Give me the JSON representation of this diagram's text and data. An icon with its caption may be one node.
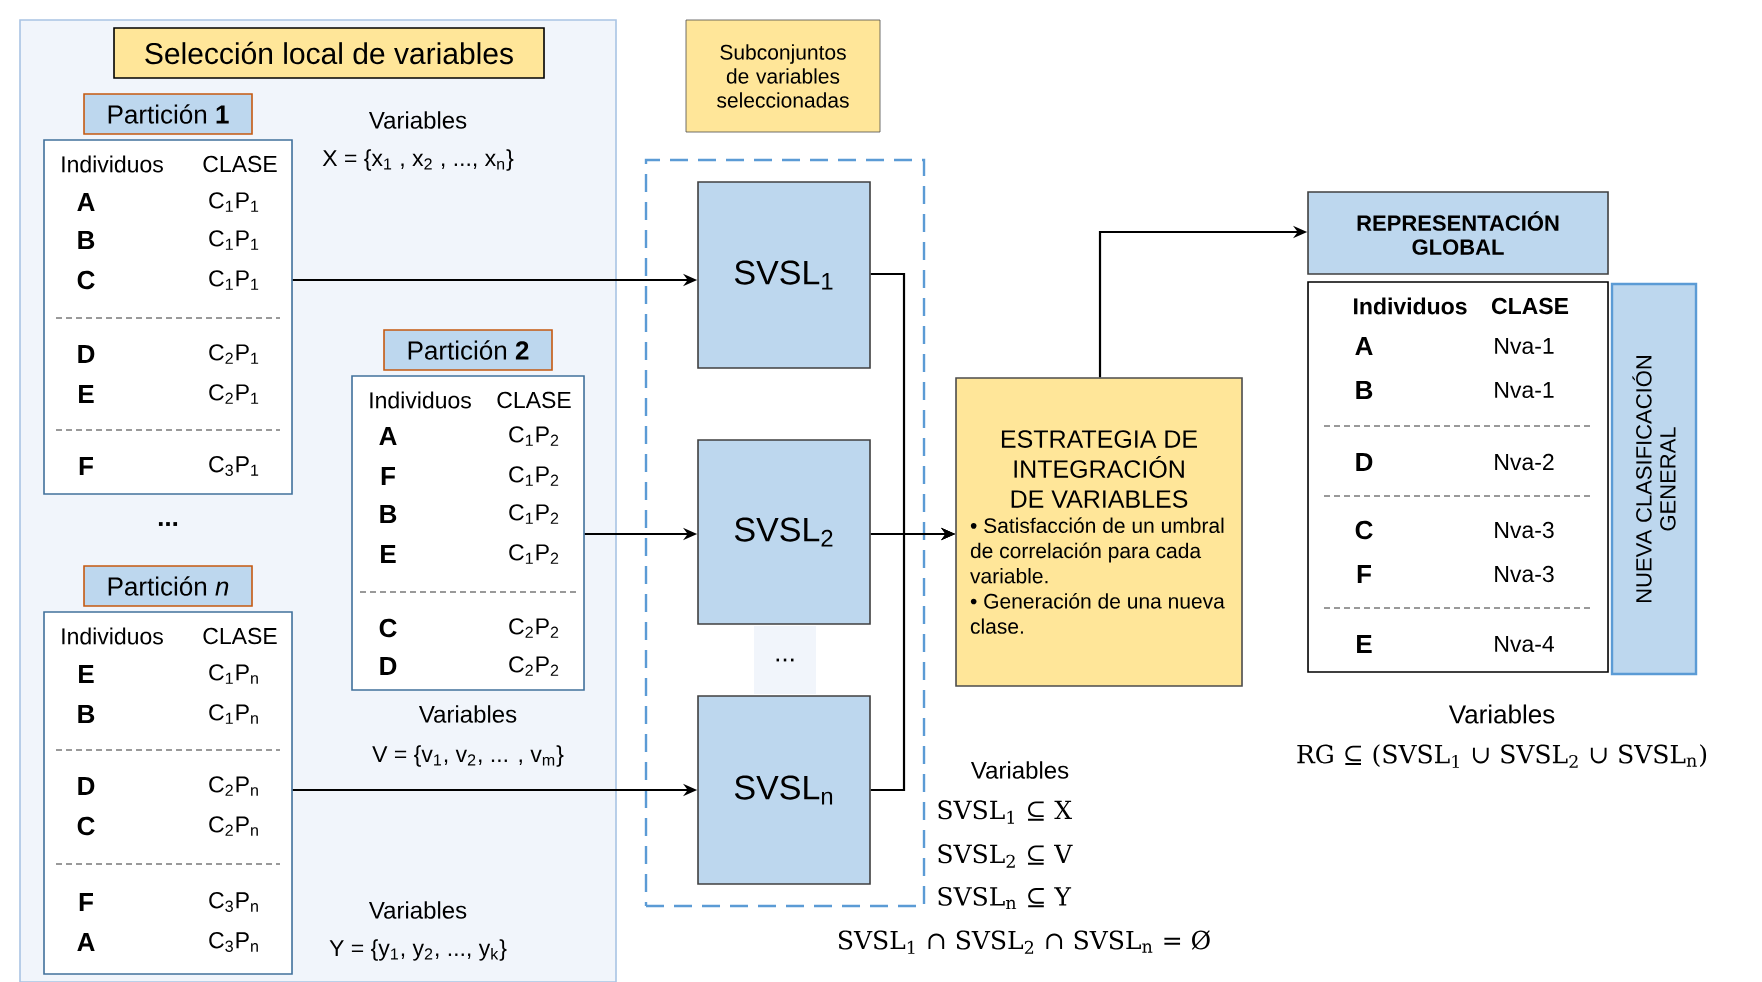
{
  "diagram": {
    "nodes": [
      {
        "text": [
          "Selección local de variables"
        ]
      },
      {
        "text": [
          "Partición **1**"
        ],
        "in": 0
      },
      {
        "text": [
          "Individuos",
          "CLASE",
          "**A**",
          "C$_{1}$P$_{1}$",
          "**B**",
          "C$_{1}$P$_{1}$",
          "**C**",
          "C$_{1}$P$_{1}$",
          "**D**",
          "C$_{2}$P$_{1}$",
          "**E**",
          "C$_{2}$P$_{1}$",
          "**F**",
          "C$_{3}$P$_{1}$"
        ],
        "in": 0
      },
      {
        "text": [
          "Partición **2**"
        ],
        "in": 0
      },
      {
        "text": [
          "Individuos",
          "CLASE",
          "**A**",
          "C$_{1}$P$_{2}$",
          "**F**",
          "C$_{1}$P$_{2}$",
          "**B**",
          "C$_{1}$P$_{2}$",
          "**E**",
          "C$_{1}$P$_{2}$",
          "**C**",
          "C$_{2}$P$_{2}$",
          "**D**",
          "C$_{2}$P$_{2}$"
        ],
        "in": 0
      },
      {
        "text": [
          "Partición *n*"
        ],
        "in": 0
      },
      {
        "text": [
          "Individuos",
          "CLASE",
          "**E**",
          "C$_{1}$P$_{n}$",
          "**B**",
          "C$_{1}$P$_{n}$",
          "**D**",
          "C$_{2}$P$_{n}$",
          "**C**",
          "C$_{2}$P$_{n}$",
          "**F**",
          "C$_{3}$P$_{n}$",
          "**A**",
          "C$_{3}$P$_{n}$"
        ],
        "in": 0
      },
      {
        "text": [
          "Subconjuntos de variables seleccionadas"
        ]
      },
      {
        "text": [],
        "shape": "box"
      },
      {
        "text": [
          "SVSL$_{1}$"
        ],
        "in": 8
      },
      {
        "text": [
          "SVSL$_{2}$"
        ],
        "in": 8
      },
      {
        "text": [
          "..."
        ],
        "in": 8
      },
      {
        "text": [
          "SVSL$_{n}$"
        ],
        "in": 8
      },
      {
        "text": [
          "ESTRATEGIA DE INTEGRACIÓN DE VARIABLES",
          "• Satisfacción de un umbral de correlación para cada variable.",
          "• Generación de una nueva clase."
        ]
      },
      {
        "text": [
          "REPRESENTACIÓN GLOBAL"
        ]
      },
      {
        "text": [
          "Individuos",
          "CLASE",
          "A",
          "Nva-1",
          "B",
          "Nva-1",
          "D",
          "Nva-2",
          "C",
          "Nva-3",
          "F",
          "Nva-3",
          "E",
          "Nva-4"
        ]
      },
      {
        "text": [
          "NUEVA CLASIFICACIÓN GENERAL"
        ]
      }
    ],
    "edges": [
      {
        "from": 2,
        "to": 9,
        "arrow": "to"
      },
      {
        "from": 4,
        "to": 10,
        "arrow": "to"
      },
      {
        "from": 6,
        "to": 12,
        "arrow": "to"
      },
      {
        "from": 9,
        "to": 13,
        "arrow": "to"
      },
      {
        "from": 10,
        "to": 13,
        "arrow": "to"
      },
      {
        "from": 12,
        "to": 13,
        "arrow": "to"
      },
      {
        "from": 13,
        "to": 14,
        "arrow": "to"
      }
    ],
    "labels": [
      "Variables",
      "X = {x$_{1}$ , x$_{2}$ , ..., x$_{n}$}",
      "...",
      "Variables",
      "V = {v$_{1}$, v$_{2}$, ... , v$_{m}$}",
      "Variables",
      "Y = {y$_{1}$, y$_{2}$, ..., y$_{k}$}",
      "Variables",
      "SVSL$_{1}$ ⊆ X",
      "SVSL$_{2}$ ⊆ V",
      "SVSL$_{n}$ ⊆ Y",
      "SVSL$_{1}$ ∩ SVSL$_{2}$ ∩ SVSL$_{n}$ = Ø",
      "Variables",
      "RG ⊆ (SVSL$_{1}$ ∪ SVSL$_{2}$ ∪ SVSL$_{n}$)"
    ]
  }
}
